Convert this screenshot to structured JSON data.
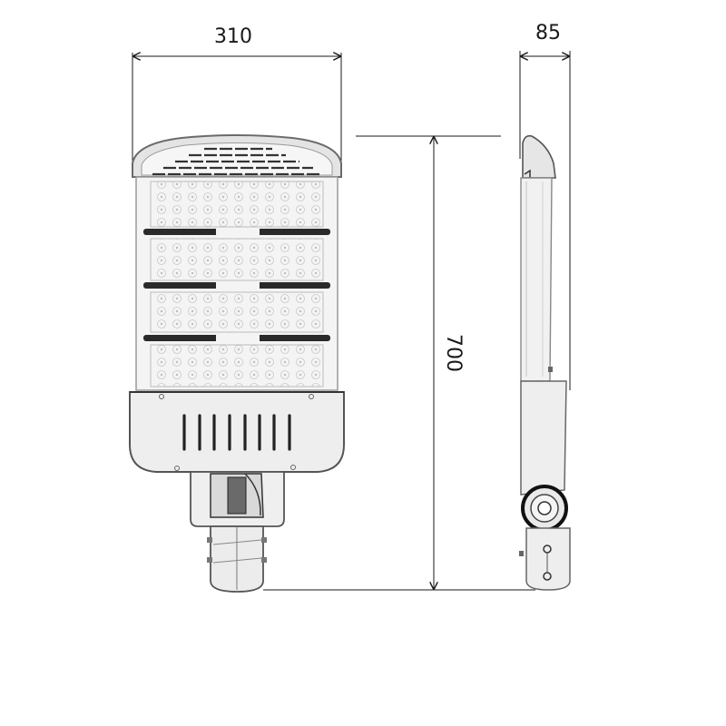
{
  "drawing": {
    "subject": "LED street light",
    "views": [
      {
        "name": "front-view",
        "label": ""
      },
      {
        "name": "side-view",
        "label": ""
      }
    ],
    "dimensions": {
      "width": "310",
      "depth": "85",
      "height": "700"
    },
    "led_modules": 4,
    "vent_slots": 8,
    "colors": {
      "line": "#1a1a1a",
      "body": "#eeeeee",
      "body_shade": "#d6d6d6",
      "dark": "#2a2a2a",
      "background": "#ffffff"
    }
  }
}
